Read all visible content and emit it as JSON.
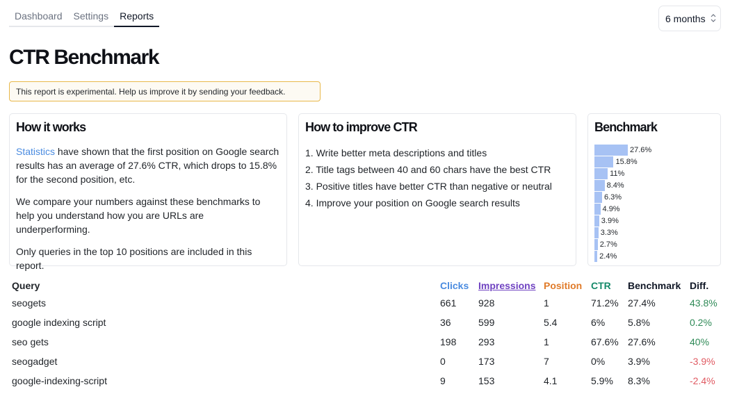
{
  "tabs": [
    {
      "label": "Dashboard",
      "active": false
    },
    {
      "label": "Settings",
      "active": false
    },
    {
      "label": "Reports",
      "active": true
    }
  ],
  "period_select": {
    "value": "6 months",
    "icon": "up-down-chevron-icon"
  },
  "page_title": "CTR Benchmark",
  "notice": "This report is experimental. Help us improve it by sending your feedback.",
  "how_it_works": {
    "title": "How it works",
    "link": "Statistics",
    "p1_rest": " have shown that the first position on Google search results has an average of 27.6% CTR, which drops to 15.8% for the second position, etc.",
    "p2": "We compare your numbers against these benchmarks to help you understand how you are URLs are underperforming.",
    "p3": "Only queries in the top 10 positions are included in this report."
  },
  "how_to_improve": {
    "title": "How to improve CTR",
    "items": [
      "1. Write better meta descriptions and titles",
      "2. Title tags between 40 and 60 chars have the best CTR",
      "3. Positive titles have better CTR than negative or neutral",
      "4. Improve your position on Google search results"
    ]
  },
  "benchmark": {
    "title": "Benchmark",
    "bar_color": "#a7c2f4",
    "values": [
      27.6,
      15.8,
      11,
      8.4,
      6.3,
      4.9,
      3.9,
      3.3,
      2.7,
      2.4
    ],
    "labels": [
      "27.6%",
      "15.8%",
      "11%",
      "8.4%",
      "6.3%",
      "4.9%",
      "3.9%",
      "3.3%",
      "2.7%",
      "2.4%"
    ]
  },
  "table": {
    "headers": {
      "query": "Query",
      "clicks": "Clicks",
      "impressions": "Impressions",
      "position": "Position",
      "ctr": "CTR",
      "benchmark": "Benchmark",
      "diff": "Diff."
    },
    "header_colors": {
      "clicks": "#4a8be0",
      "impressions": "#6f42c1",
      "position": "#e07b2a",
      "ctr": "#168a6a"
    },
    "rows": [
      {
        "query": "seogets",
        "clicks": "661",
        "impressions": "928",
        "position": "1",
        "ctr": "71.2%",
        "benchmark": "27.4%",
        "diff": "43.8%",
        "diff_sign": "pos"
      },
      {
        "query": "google indexing script",
        "clicks": "36",
        "impressions": "599",
        "position": "5.4",
        "ctr": "6%",
        "benchmark": "5.8%",
        "diff": "0.2%",
        "diff_sign": "pos"
      },
      {
        "query": "seo gets",
        "clicks": "198",
        "impressions": "293",
        "position": "1",
        "ctr": "67.6%",
        "benchmark": "27.6%",
        "diff": "40%",
        "diff_sign": "pos"
      },
      {
        "query": "seogadget",
        "clicks": "0",
        "impressions": "173",
        "position": "7",
        "ctr": "0%",
        "benchmark": "3.9%",
        "diff": "-3.9%",
        "diff_sign": "neg"
      },
      {
        "query": "google-indexing-script",
        "clicks": "9",
        "impressions": "153",
        "position": "4.1",
        "ctr": "5.9%",
        "benchmark": "8.3%",
        "diff": "-2.4%",
        "diff_sign": "neg"
      }
    ]
  }
}
